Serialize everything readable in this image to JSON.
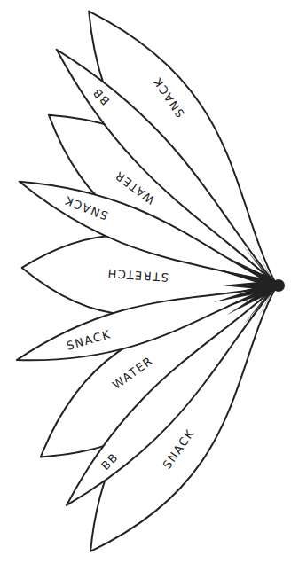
{
  "diagram": {
    "nodes": [
      {
        "text": [
          "SNACK"
        ]
      },
      {
        "text": [
          "BB"
        ]
      },
      {
        "text": [
          "WATER"
        ]
      },
      {
        "text": [
          "SNACK"
        ]
      },
      {
        "text": [
          "STRETCH"
        ]
      },
      {
        "text": [
          "SNACK"
        ]
      },
      {
        "text": [
          "WATER"
        ]
      },
      {
        "text": [
          "BB"
        ]
      },
      {
        "text": [
          "SNACK"
        ]
      }
    ]
  }
}
